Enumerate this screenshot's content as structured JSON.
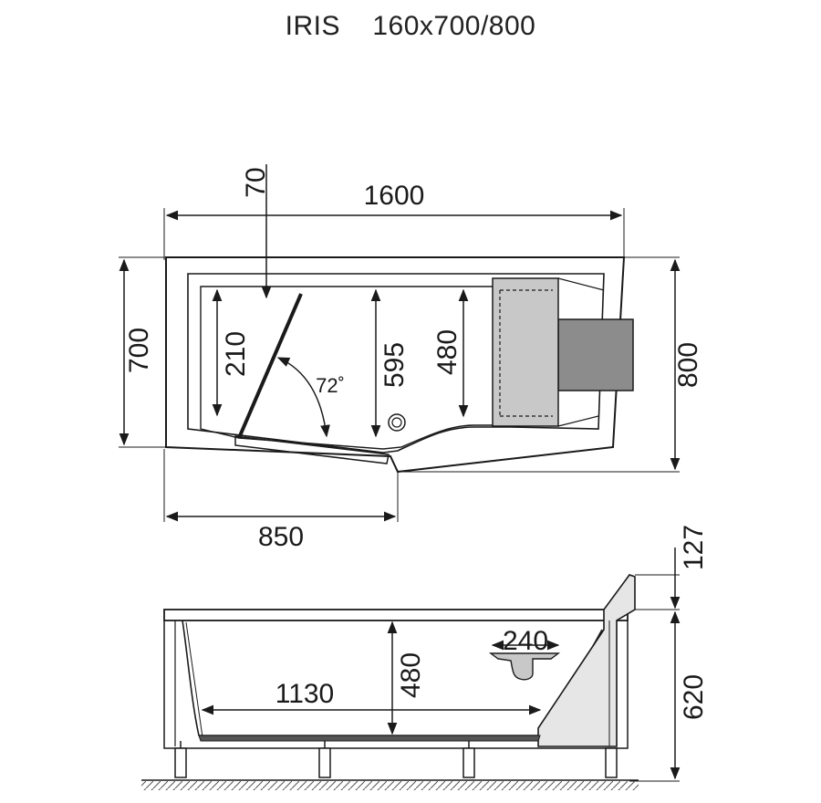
{
  "title": {
    "model": "IRIS",
    "size": "160x700/800"
  },
  "top_view": {
    "width": "1600",
    "depth_left": "700",
    "depth_right": "800",
    "offset": "70",
    "inner_left": "210",
    "inner_mid": "595",
    "inner_right": "480",
    "angle": "72˚",
    "bottom_length": "850"
  },
  "side_view": {
    "inner_length": "1130",
    "depth": "480",
    "headrest": "240",
    "overall_height": "620",
    "headrest_height": "127"
  },
  "colors": {
    "line": "#1a1a1a",
    "headrest": "#8c8c8c",
    "headrest_light": "#c8c8c8",
    "panel": "#e6e6e6"
  }
}
